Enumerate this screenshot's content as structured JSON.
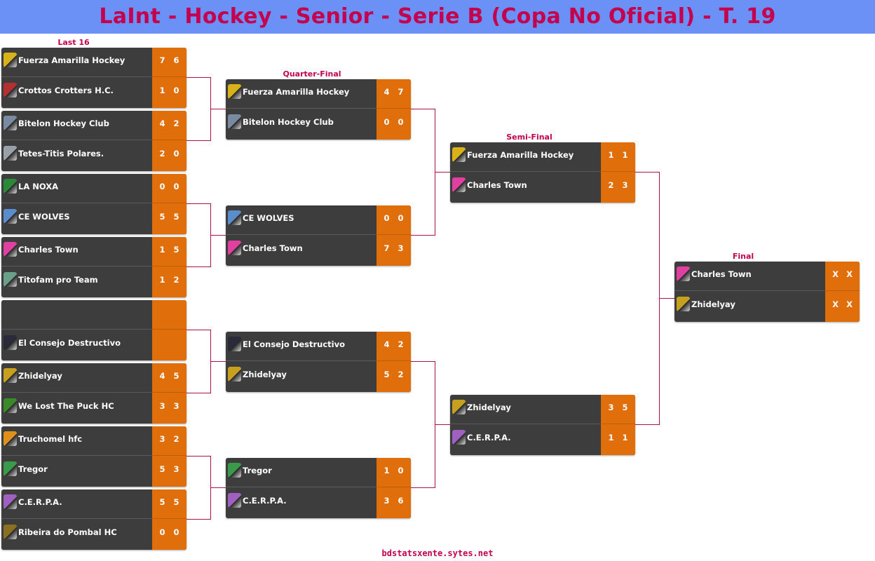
{
  "title": "LaInt - Hockey - Senior - Serie B (Copa No Oficial) - T. 19",
  "rounds": {
    "last16": "Last 16",
    "quarter": "Quarter-Final",
    "semi": "Semi-Final",
    "final": "Final"
  },
  "footer": "bdstatsxente.sytes.net",
  "matches": [
    {
      "t1": {
        "name": "Fuerza Amarilla Hockey",
        "s": [
          "7",
          "6"
        ],
        "logo": "#d9b21a"
      },
      "t2": {
        "name": "Crottos Crotters H.C.",
        "s": [
          "1",
          "0"
        ],
        "logo": "#b23030"
      }
    },
    {
      "t1": {
        "name": "Bitelon Hockey Club",
        "s": [
          "4",
          "2"
        ],
        "logo": "#7a8aa0"
      },
      "t2": {
        "name": "Tetes-Titis Polares.",
        "s": [
          "2",
          "0"
        ],
        "logo": "#9aa0a8"
      }
    },
    {
      "t1": {
        "name": "LA NOXA",
        "s": [
          "0",
          "0"
        ],
        "logo": "#2a8a3a"
      },
      "t2": {
        "name": "CE WOLVES",
        "s": [
          "5",
          "5"
        ],
        "logo": "#5b8ccc"
      }
    },
    {
      "t1": {
        "name": "Charles Town",
        "s": [
          "1",
          "5"
        ],
        "logo": "#e040a0"
      },
      "t2": {
        "name": "Titofam pro Team",
        "s": [
          "1",
          "2"
        ],
        "logo": "#6aa08a"
      }
    },
    {
      "t1": {
        "name": "",
        "s": [
          "",
          ""
        ],
        "logo": ""
      },
      "t2": {
        "name": "El Consejo Destructivo",
        "s": [
          "",
          ""
        ],
        "logo": "#2a2a3a"
      }
    },
    {
      "t1": {
        "name": "Zhidelyay",
        "s": [
          "4",
          "5"
        ],
        "logo": "#c8a020"
      },
      "t2": {
        "name": "We Lost The Puck HC",
        "s": [
          "3",
          "3"
        ],
        "logo": "#3a8a2a"
      }
    },
    {
      "t1": {
        "name": "Truchomel hfc",
        "s": [
          "3",
          "2"
        ],
        "logo": "#e0901a"
      },
      "t2": {
        "name": "Tregor",
        "s": [
          "5",
          "3"
        ],
        "logo": "#3a9a4a"
      }
    },
    {
      "t1": {
        "name": "C.E.R.P.A.",
        "s": [
          "5",
          "5"
        ],
        "logo": "#a060c0"
      },
      "t2": {
        "name": "Ribeira do Pombal HC",
        "s": [
          "0",
          "0"
        ],
        "logo": "#8a7020"
      }
    },
    {
      "t1": {
        "name": "Fuerza Amarilla Hockey",
        "s": [
          "4",
          "7"
        ],
        "logo": "#d9b21a"
      },
      "t2": {
        "name": "Bitelon Hockey Club",
        "s": [
          "0",
          "0"
        ],
        "logo": "#7a8aa0"
      }
    },
    {
      "t1": {
        "name": "CE WOLVES",
        "s": [
          "0",
          "0"
        ],
        "logo": "#5b8ccc"
      },
      "t2": {
        "name": "Charles Town",
        "s": [
          "7",
          "3"
        ],
        "logo": "#e040a0"
      }
    },
    {
      "t1": {
        "name": "El Consejo Destructivo",
        "s": [
          "4",
          "2"
        ],
        "logo": "#2a2a3a"
      },
      "t2": {
        "name": "Zhidelyay",
        "s": [
          "5",
          "2"
        ],
        "logo": "#c8a020"
      }
    },
    {
      "t1": {
        "name": "Tregor",
        "s": [
          "1",
          "0"
        ],
        "logo": "#3a9a4a"
      },
      "t2": {
        "name": "C.E.R.P.A.",
        "s": [
          "3",
          "6"
        ],
        "logo": "#a060c0"
      }
    },
    {
      "t1": {
        "name": "Fuerza Amarilla Hockey",
        "s": [
          "1",
          "1"
        ],
        "logo": "#d9b21a"
      },
      "t2": {
        "name": "Charles Town",
        "s": [
          "2",
          "3"
        ],
        "logo": "#e040a0"
      }
    },
    {
      "t1": {
        "name": "Zhidelyay",
        "s": [
          "3",
          "5"
        ],
        "logo": "#c8a020"
      },
      "t2": {
        "name": "C.E.R.P.A.",
        "s": [
          "1",
          "1"
        ],
        "logo": "#a060c0"
      }
    },
    {
      "t1": {
        "name": "Charles Town",
        "s": [
          "X",
          "X"
        ],
        "logo": "#e040a0"
      },
      "t2": {
        "name": "Zhidelyay",
        "s": [
          "X",
          "X"
        ],
        "logo": "#c8a020"
      }
    }
  ]
}
